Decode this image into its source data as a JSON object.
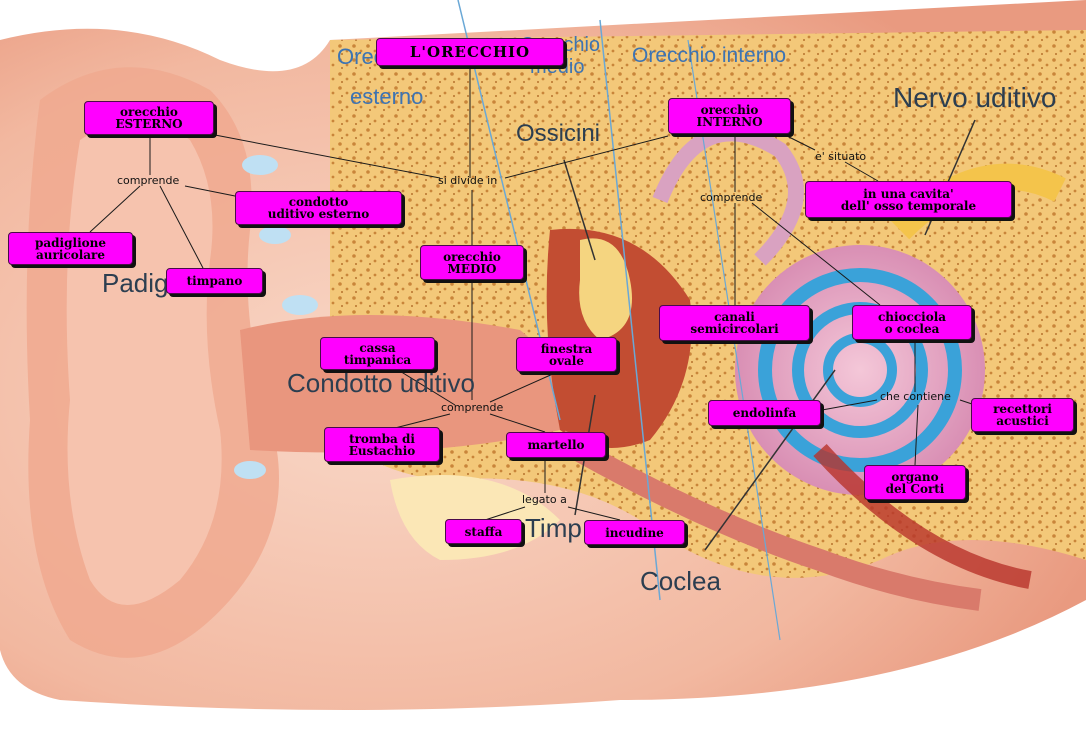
{
  "colors": {
    "label_fill": "#ff00ff",
    "connector": "#1a1a1a",
    "bg_text_blue": "#3d74b3",
    "bg_text_dark": "#2c3e50"
  },
  "background_labels": {
    "orecchio_esterno_1": "Orec",
    "orecchio_esterno_2": "esterno",
    "orecchio_medio_1": "Orecchio",
    "orecchio_medio_2": "medio",
    "orecchio_interno": "Orecchio interno",
    "nervo_uditivo": "Nervo uditivo",
    "ossicini": "Ossicini",
    "padiglione": "Padig",
    "condotto_uditivo": "Condotto uditivo",
    "timpano": "Timp",
    "coclea": "Coclea"
  },
  "concepts": {
    "orecchio": "L'ORECCHIO",
    "esterno": "orecchio\nESTERNO",
    "interno": "orecchio\nINTERNO",
    "medio": "orecchio\nMEDIO",
    "condotto": "condotto\nuditivo esterno",
    "padiglione": "padiglione\nauricolare",
    "timpano": "timpano",
    "cavita": "in una cavita'\ndell' osso temporale",
    "canali": "canali\nsemicircolari",
    "chiocciola": "chiocciola\no coclea",
    "cassa": "cassa\ntimpanica",
    "finestra": "finestra\novale",
    "endolinfa": "endolinfa",
    "recettori": "recettori\nacustici",
    "tromba": "tromba di\nEustachio",
    "martello": "martello",
    "organo": "organo\ndel Corti",
    "staffa": "staffa",
    "incudine": "incudine"
  },
  "linking_phrases": {
    "si_divide_in": "si divide in",
    "comprende_1": "comprende",
    "e_situato": "e' situato",
    "comprende_2": "comprende",
    "comprende_3": "comprende",
    "che_contiene": "che contiene",
    "legato_a": "legato a"
  }
}
